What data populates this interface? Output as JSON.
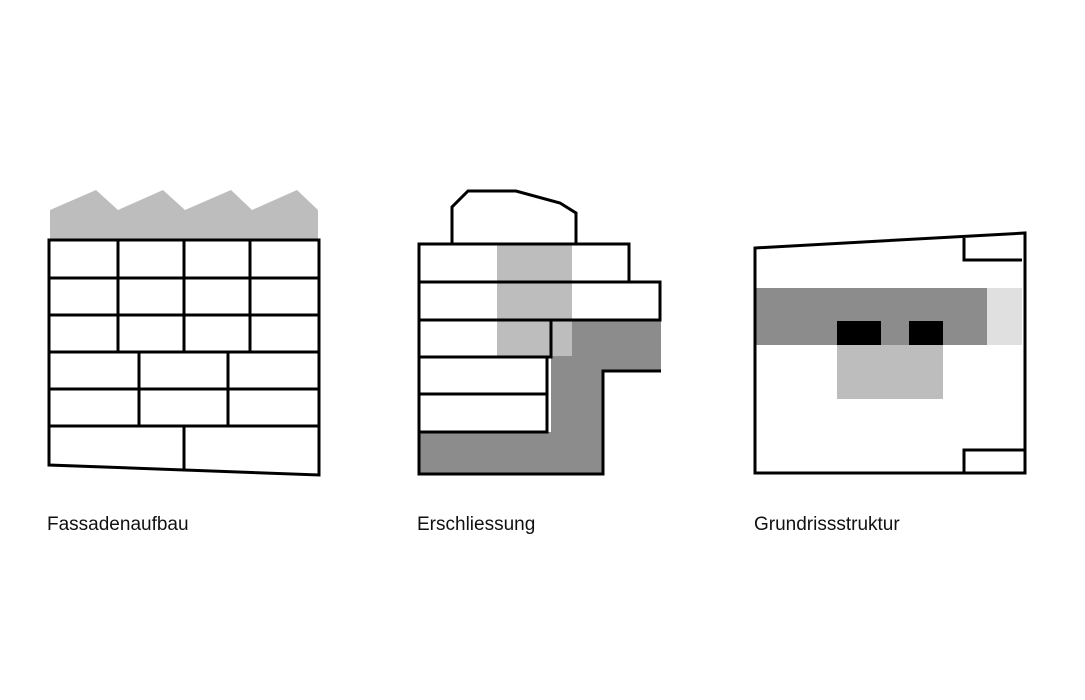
{
  "diagrams": [
    {
      "caption": "Fassadenaufbau"
    },
    {
      "caption": "Erschliessung"
    },
    {
      "caption": "Grundrissstruktur"
    }
  ],
  "colors": {
    "outline": "#000000",
    "light_grey": "#bdbdbd",
    "mid_grey": "#8c8c8c",
    "pale_grey": "#e0e0e0",
    "background": "#ffffff"
  }
}
